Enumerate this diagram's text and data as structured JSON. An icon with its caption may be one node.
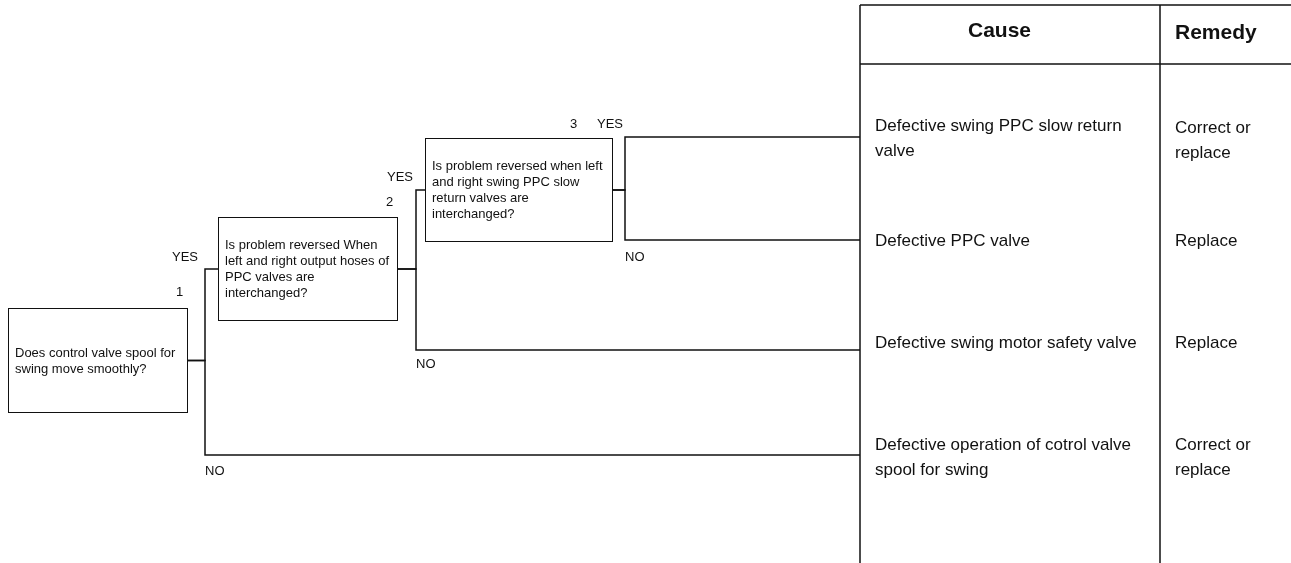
{
  "diagram": {
    "nodes": [
      {
        "text": [
          "Does control valve spool for swing move smoothly?"
        ],
        "beside": [
          "1"
        ]
      },
      {
        "text": [
          "Is problem reversed When left and right output hoses of PPC valves are interchanged?"
        ],
        "beside": [
          "2"
        ]
      },
      {
        "text": [
          "Is problem reversed when left and right swing PPC slow return valves are interchanged?"
        ],
        "beside": [
          "3"
        ]
      },
      {
        "text": [
          "Defective swing PPC slow return valve"
        ]
      },
      {
        "text": [
          "Defective PPC valve"
        ]
      },
      {
        "text": [
          "Defective swing motor safety valve"
        ]
      },
      {
        "text": [
          "Defective operation of cotrol valve spool for swing"
        ]
      }
    ],
    "edges": [
      {
        "from": 0,
        "to": 1,
        "arrow": "none",
        "label": "YES"
      },
      {
        "from": 0,
        "to": 6,
        "arrow": "none",
        "label": "NO"
      },
      {
        "from": 1,
        "to": 2,
        "arrow": "none",
        "label": "YES"
      },
      {
        "from": 1,
        "to": 5,
        "arrow": "none",
        "label": "NO"
      },
      {
        "from": 2,
        "to": 3,
        "arrow": "none",
        "label": "YES"
      },
      {
        "from": 2,
        "to": 4,
        "arrow": "none",
        "label": "NO"
      }
    ],
    "labels": [
      "Cause",
      "Remedy",
      "Correct or replace",
      "Replace",
      "Replace",
      "Correct or replace"
    ]
  }
}
